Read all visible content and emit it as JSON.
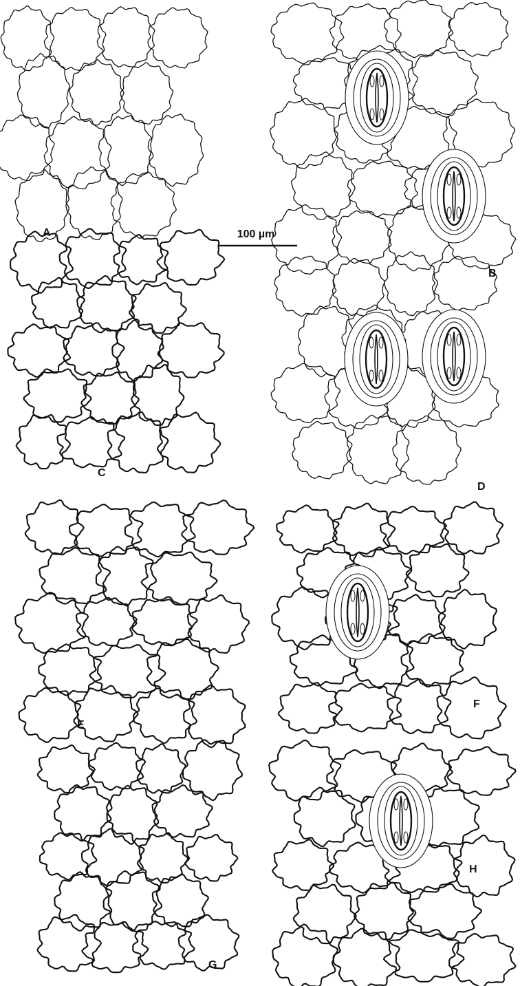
{
  "figure": {
    "scale_bar": {
      "label": "100 µm"
    },
    "panels": [
      {
        "id": "A",
        "label": "A",
        "stomata": 0,
        "wall_style": "thin"
      },
      {
        "id": "B",
        "label": "B",
        "stomata": 2,
        "wall_style": "thin"
      },
      {
        "id": "C",
        "label": "C",
        "stomata": 0,
        "wall_style": "thick"
      },
      {
        "id": "D",
        "label": "D",
        "stomata": 2,
        "wall_style": "thin"
      },
      {
        "id": "E",
        "label": "E",
        "stomata": 0,
        "wall_style": "thick"
      },
      {
        "id": "F",
        "label": "F",
        "stomata": 1,
        "wall_style": "thick"
      },
      {
        "id": "G",
        "label": "G",
        "stomata": 0,
        "wall_style": "thick"
      },
      {
        "id": "H",
        "label": "H",
        "stomata": 1,
        "wall_style": "thick"
      }
    ],
    "colors": {
      "line": "#111111",
      "background": "#ffffff"
    }
  }
}
